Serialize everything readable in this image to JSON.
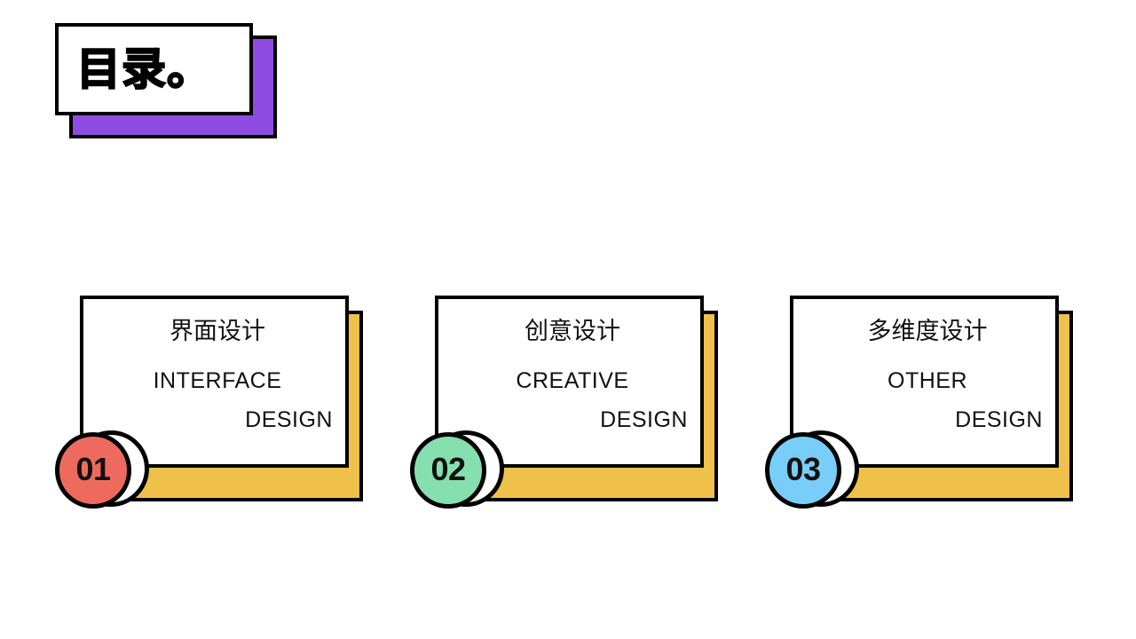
{
  "page": {
    "background_color": "#ffffff"
  },
  "header": {
    "title": "目录。",
    "card_background": "#ffffff",
    "shadow_color": "#8f4ce3",
    "border_color": "#000000"
  },
  "cards": {
    "shadow_color": "#efc14a",
    "border_color": "#000000",
    "body_color": "#ffffff",
    "items": [
      {
        "number": "01",
        "badge_color": "#ef6a5e",
        "title_cn": "界面设计",
        "subtitle_line1": "INTERFACE",
        "subtitle_line2": "DESIGN"
      },
      {
        "number": "02",
        "badge_color": "#86dfaf",
        "title_cn": "创意设计",
        "subtitle_line1": "CREATIVE",
        "subtitle_line2": "DESIGN"
      },
      {
        "number": "03",
        "badge_color": "#78cef9",
        "title_cn": "多维度设计",
        "subtitle_line1": "OTHER",
        "subtitle_line2": "DESIGN"
      }
    ]
  }
}
